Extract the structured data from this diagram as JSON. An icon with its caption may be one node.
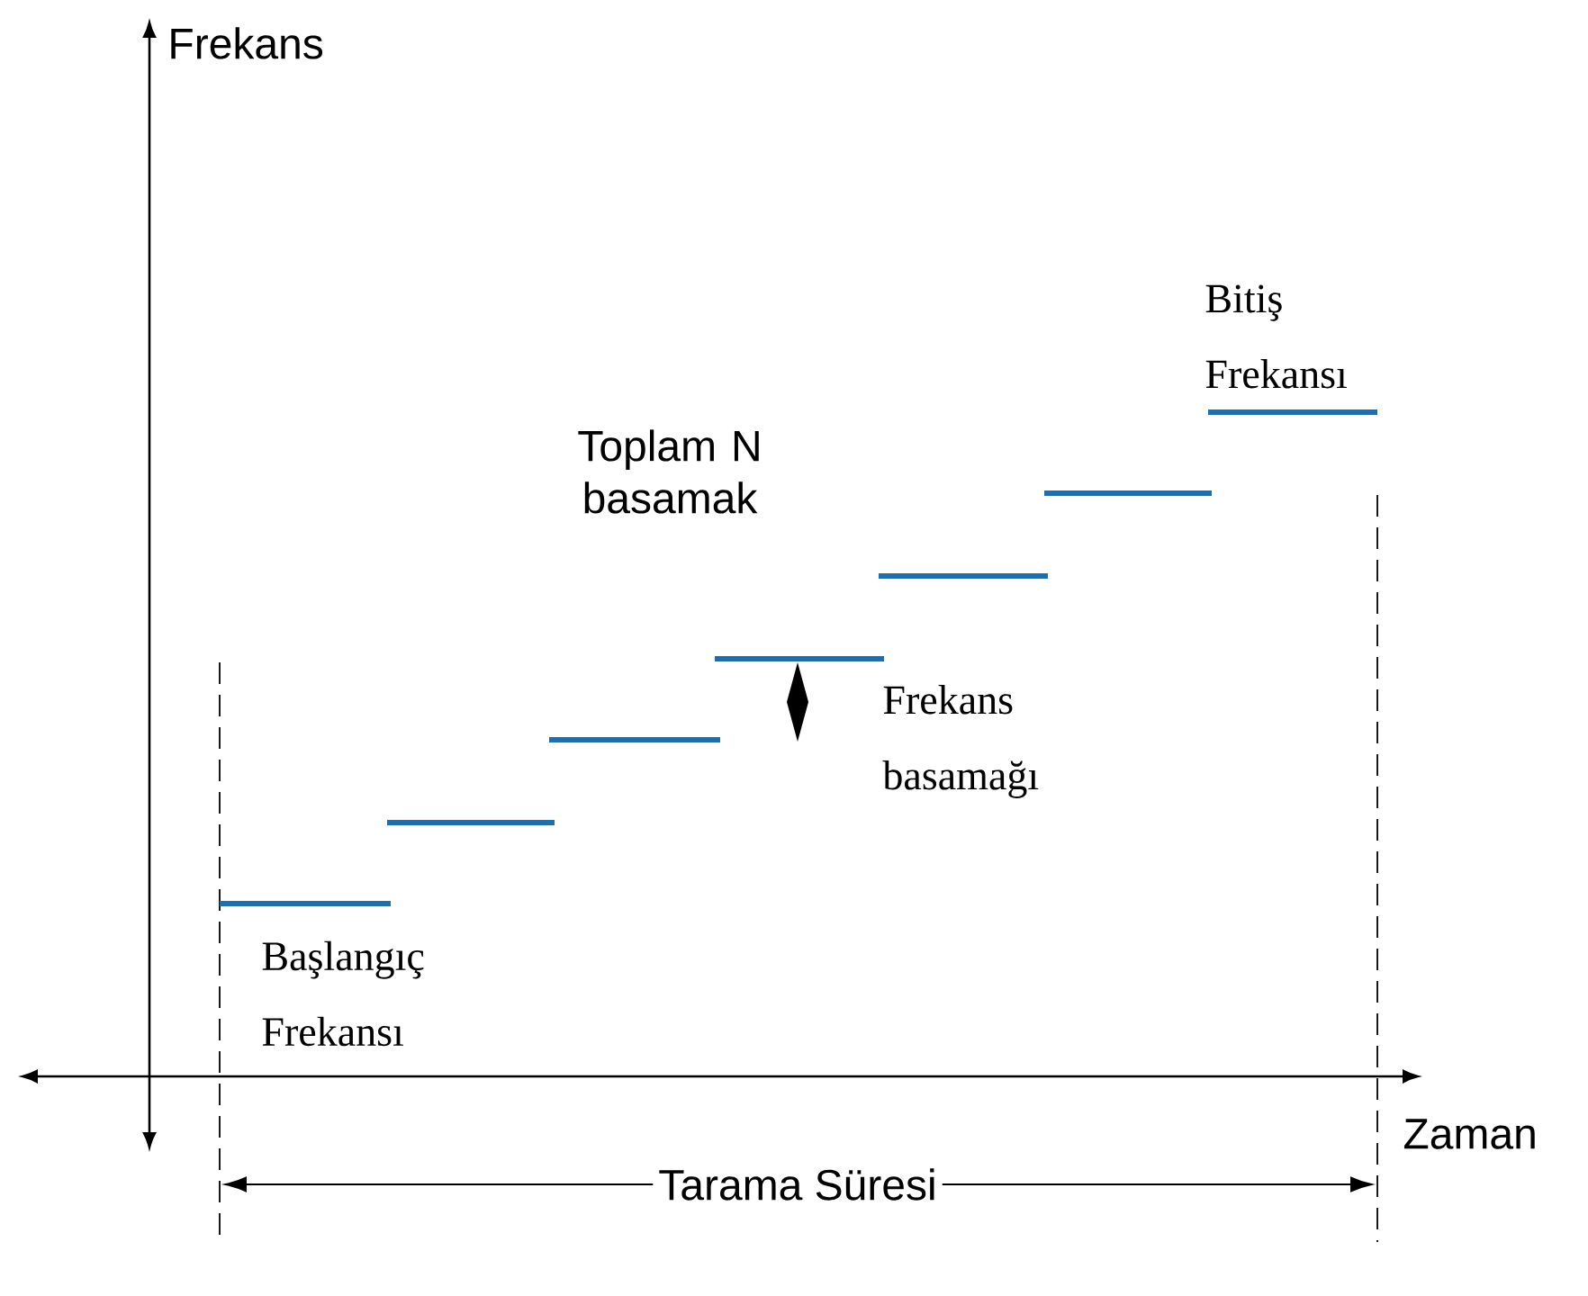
{
  "diagram": {
    "labels": [
      "Frekans",
      "Bitiş Frekansı",
      "Toplam N basamak",
      "Frekans basamağı",
      "Başlangıç Frekansı",
      "Zaman",
      "Tarama Süresi"
    ]
  }
}
